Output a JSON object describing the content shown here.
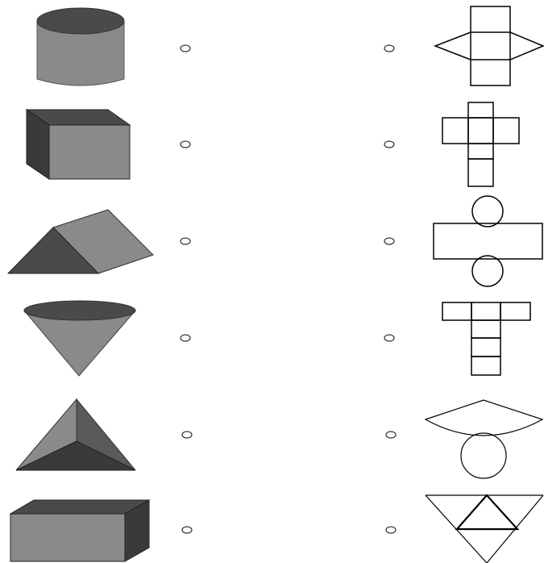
{
  "worksheet": {
    "rows": [
      {
        "solid": "cylinder",
        "net": "cylinder-net-with-triangle-flaps"
      },
      {
        "solid": "cube",
        "net": "cube-net-cross"
      },
      {
        "solid": "triangular-prism",
        "net": "rectangle-with-two-circles"
      },
      {
        "solid": "cone",
        "net": "t-shaped-square-net"
      },
      {
        "solid": "triangular-pyramid",
        "net": "sector-with-circle"
      },
      {
        "solid": "rectangular-prism",
        "net": "triangle-net"
      }
    ],
    "colors": {
      "dark": "#4a4a4a",
      "mid": "#8a8a8a",
      "darker": "#3a3a3a",
      "line": "#000000",
      "dot": "#333333"
    }
  }
}
